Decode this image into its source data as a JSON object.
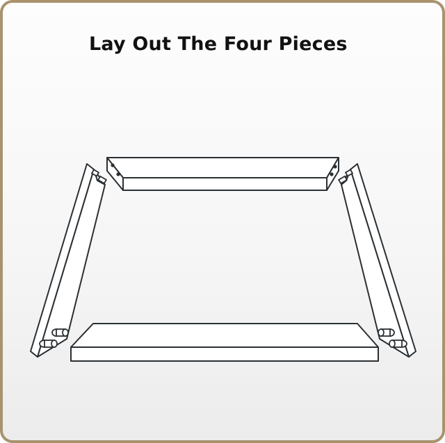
{
  "title": "Lay Out The Four Pieces",
  "colors": {
    "frame_border": "#a8936e",
    "line": "#2a2f33",
    "text": "#111111"
  },
  "pieces": [
    "top-rail",
    "left-stile",
    "right-stile",
    "bottom-rail"
  ]
}
